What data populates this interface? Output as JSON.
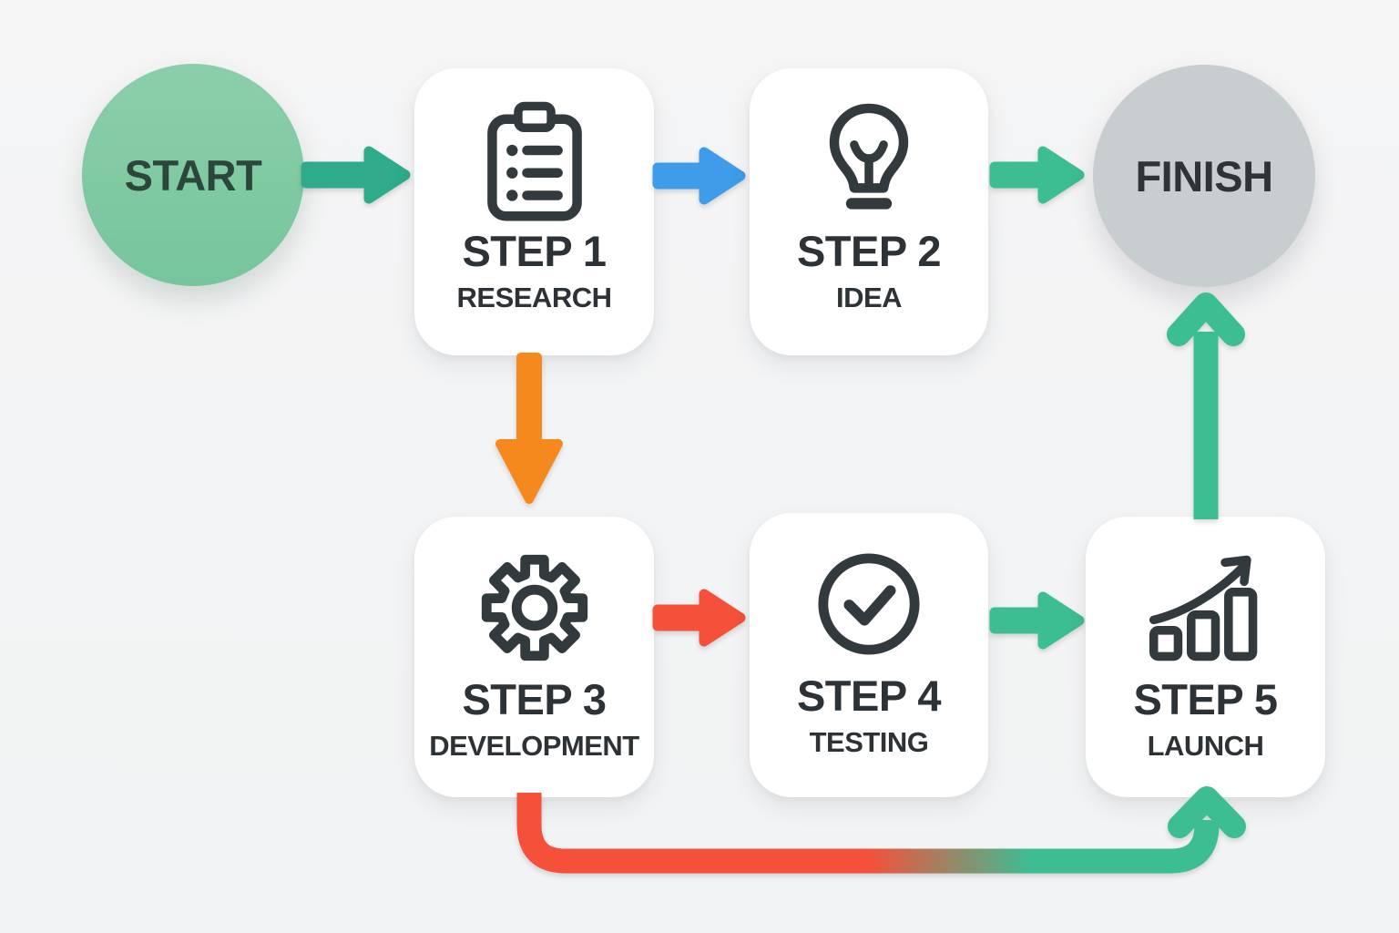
{
  "diagram": {
    "type": "flowchart",
    "nodes": {
      "start": {
        "label": "START"
      },
      "finish": {
        "label": "FINISH"
      },
      "steps": [
        {
          "title": "STEP 1",
          "subtitle": "RESEARCH",
          "icon": "clipboard-checklist-icon"
        },
        {
          "title": "STEP 2",
          "subtitle": "IDEA",
          "icon": "lightbulb-icon"
        },
        {
          "title": "STEP 3",
          "subtitle": "DEVELOPMENT",
          "icon": "gear-icon"
        },
        {
          "title": "STEP 4",
          "subtitle": "TESTING",
          "icon": "check-circle-icon"
        },
        {
          "title": "STEP 5",
          "subtitle": "LAUNCH",
          "icon": "growth-chart-icon"
        }
      ]
    },
    "connections": [
      {
        "from": "START",
        "to": "STEP 1",
        "color": "#2faa8b",
        "direction": "right"
      },
      {
        "from": "STEP 1",
        "to": "STEP 2",
        "color": "#3f9ce9",
        "direction": "right"
      },
      {
        "from": "STEP 2",
        "to": "FINISH",
        "color": "#3dbd92",
        "direction": "right"
      },
      {
        "from": "STEP 1",
        "to": "STEP 3",
        "color": "#f6891e",
        "direction": "down"
      },
      {
        "from": "STEP 3",
        "to": "STEP 4",
        "color": "#f5503a",
        "direction": "right"
      },
      {
        "from": "STEP 4",
        "to": "STEP 5",
        "color": "#3dbd92",
        "direction": "right"
      },
      {
        "from": "STEP 5",
        "to": "FINISH",
        "color": "#3dbd92",
        "direction": "up"
      },
      {
        "from": "STEP 3",
        "to": "STEP 5",
        "color_start": "#f5503a",
        "color_end": "#3dbd92",
        "direction": "around-bottom"
      }
    ]
  },
  "colors": {
    "background": "#f3f4f5",
    "card": "#ffffff",
    "icon_ink": "#333a3e",
    "text_ink": "#2d3236",
    "start_fill_top": "#8bcfaa",
    "start_fill_bottom": "#76c59b",
    "start_text": "#2c463c",
    "finish_fill": "#c8cdd0",
    "finish_text": "#2e3338",
    "teal": "#2faa8b",
    "blue": "#3f9ce9",
    "green": "#3dbd92",
    "orange": "#f6891e",
    "red": "#f5503a"
  }
}
